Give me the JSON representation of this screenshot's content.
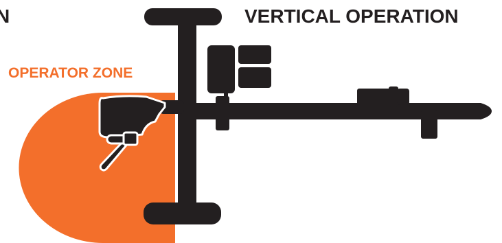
{
  "title_left": "N",
  "title_right": "VERTICAL OPERATION",
  "zone_label": "OPERATOR ZONE",
  "colors": {
    "machine": "#231f20",
    "zone": "#f36f2b",
    "outline": "#ffffff"
  },
  "icons": [
    "machine-silhouette",
    "operator-zone-shape"
  ]
}
